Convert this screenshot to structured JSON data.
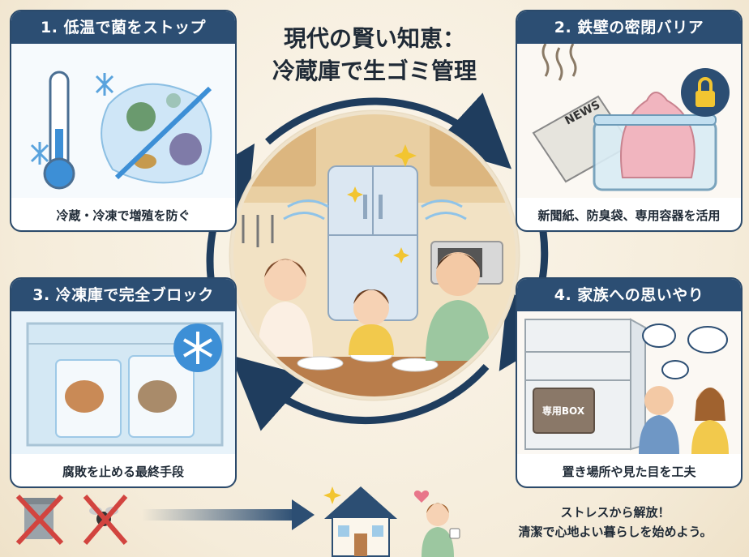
{
  "title": {
    "line1": "現代の賢い知恵：",
    "line2": "冷蔵庫で生ゴミ管理"
  },
  "cards": [
    {
      "heading": "1. 低温で菌をストップ",
      "caption": "冷蔵・冷凍で増殖を防ぐ"
    },
    {
      "heading": "2. 鉄壁の密閉バリア",
      "caption": "新聞紙、防臭袋、専用容器を活用"
    },
    {
      "heading": "3. 冷凍庫で完全ブロック",
      "caption": "腐敗を止める最終手段"
    },
    {
      "heading": "4. 家族への思いやり",
      "caption": "置き場所や見た目を工夫"
    }
  ],
  "labels": {
    "newspaper": "NEWS",
    "box": "専用BOX"
  },
  "bottom": {
    "line1": "ストレスから解放！",
    "line2": "清潔で心地よい暮らしを始めよう。"
  },
  "colors": {
    "accent": "#2c4e73",
    "card_border": "#2b4a6b",
    "background": "#f5ecda"
  }
}
